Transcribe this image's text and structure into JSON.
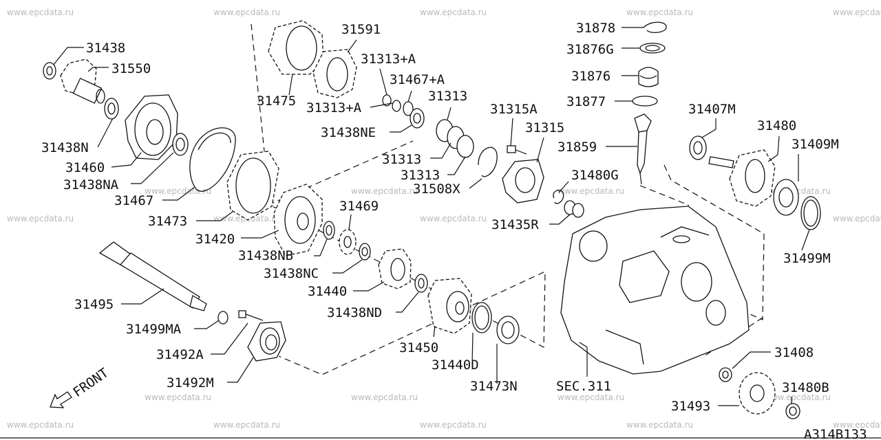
{
  "watermark": "www.epcdata.ru",
  "front_label": "FRONT",
  "drawing_code": "A314B133",
  "parts": [
    {
      "key": "p31438",
      "label": "31438"
    },
    {
      "key": "p31550",
      "label": "31550"
    },
    {
      "key": "p31438N",
      "label": "31438N"
    },
    {
      "key": "p31460",
      "label": "31460"
    },
    {
      "key": "p31438NA",
      "label": "31438NA"
    },
    {
      "key": "p31467",
      "label": "31467"
    },
    {
      "key": "p31473",
      "label": "31473"
    },
    {
      "key": "p31420",
      "label": "31420"
    },
    {
      "key": "p31438NB",
      "label": "31438NB"
    },
    {
      "key": "p31469",
      "label": "31469"
    },
    {
      "key": "p31438NC",
      "label": "31438NC"
    },
    {
      "key": "p31440",
      "label": "31440"
    },
    {
      "key": "p31438ND",
      "label": "31438ND"
    },
    {
      "key": "p31450",
      "label": "31450"
    },
    {
      "key": "p31440D",
      "label": "31440D"
    },
    {
      "key": "p31473N",
      "label": "31473N"
    },
    {
      "key": "p31495",
      "label": "31495"
    },
    {
      "key": "p31499MA",
      "label": "31499MA"
    },
    {
      "key": "p31492A",
      "label": "31492A"
    },
    {
      "key": "p31492M",
      "label": "31492M"
    },
    {
      "key": "p31591",
      "label": "31591"
    },
    {
      "key": "p31475",
      "label": "31475"
    },
    {
      "key": "p31313A1",
      "label": "31313+A"
    },
    {
      "key": "p31467A",
      "label": "31467+A"
    },
    {
      "key": "p31313A2",
      "label": "31313+A"
    },
    {
      "key": "p31313a",
      "label": "31313"
    },
    {
      "key": "p31438NE",
      "label": "31438NE"
    },
    {
      "key": "p31313b",
      "label": "31313"
    },
    {
      "key": "p31313c",
      "label": "31313"
    },
    {
      "key": "p31508X",
      "label": "31508X"
    },
    {
      "key": "p31315A",
      "label": "31315A"
    },
    {
      "key": "p31315",
      "label": "31315"
    },
    {
      "key": "p31480G",
      "label": "31480G"
    },
    {
      "key": "p31435R",
      "label": "31435R"
    },
    {
      "key": "p31878",
      "label": "31878"
    },
    {
      "key": "p31876G",
      "label": "31876G"
    },
    {
      "key": "p31876",
      "label": "31876"
    },
    {
      "key": "p31877",
      "label": "31877"
    },
    {
      "key": "p31859",
      "label": "31859"
    },
    {
      "key": "p31407M",
      "label": "31407M"
    },
    {
      "key": "p31480",
      "label": "31480"
    },
    {
      "key": "p31409M",
      "label": "31409M"
    },
    {
      "key": "p31499M",
      "label": "31499M"
    },
    {
      "key": "pSEC311",
      "label": "SEC.311"
    },
    {
      "key": "p31408",
      "label": "31408"
    },
    {
      "key": "p31480B",
      "label": "31480B"
    },
    {
      "key": "p31493",
      "label": "31493"
    }
  ]
}
